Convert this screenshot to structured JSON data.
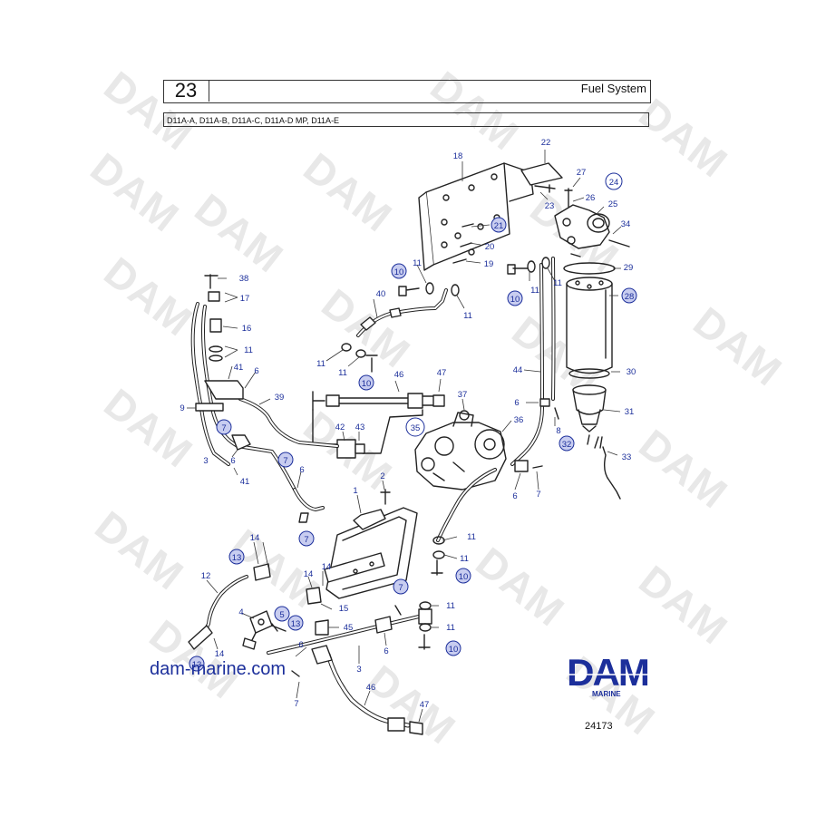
{
  "header": {
    "number": "23",
    "title": "Fuel System",
    "models": "D11A-A, D11A-B, D11A-C, D11A-D MP, D11A-E"
  },
  "footer": {
    "website": "dam-marine.com",
    "logo_text": "DAM",
    "logo_subtext": "MARINE",
    "reference": "24173"
  },
  "watermark": "DAM",
  "colors": {
    "brand": "#1c2f9b",
    "callout_fill": "#c8cdf0",
    "line": "#222222"
  },
  "labels": [
    {
      "t": "22"
    },
    {
      "t": "18"
    },
    {
      "t": "27"
    },
    {
      "t": "26"
    },
    {
      "t": "25"
    },
    {
      "t": "23"
    },
    {
      "t": "20"
    },
    {
      "t": "19"
    },
    {
      "t": "34"
    },
    {
      "t": "29"
    },
    {
      "t": "38"
    },
    {
      "t": "17"
    },
    {
      "t": "16"
    },
    {
      "t": "11"
    },
    {
      "t": "41"
    },
    {
      "t": "6"
    },
    {
      "t": "9"
    },
    {
      "t": "39"
    },
    {
      "t": "3"
    },
    {
      "t": "6"
    },
    {
      "t": "41"
    },
    {
      "t": "6"
    },
    {
      "t": "40"
    },
    {
      "t": "11"
    },
    {
      "t": "11"
    },
    {
      "t": "11"
    },
    {
      "t": "11"
    },
    {
      "t": "11"
    },
    {
      "t": "11"
    },
    {
      "t": "46"
    },
    {
      "t": "47"
    },
    {
      "t": "37"
    },
    {
      "t": "36"
    },
    {
      "t": "42"
    },
    {
      "t": "43"
    },
    {
      "t": "44"
    },
    {
      "t": "6"
    },
    {
      "t": "8"
    },
    {
      "t": "30"
    },
    {
      "t": "31"
    },
    {
      "t": "33"
    },
    {
      "t": "6"
    },
    {
      "t": "7"
    },
    {
      "t": "2"
    },
    {
      "t": "1"
    },
    {
      "t": "14"
    },
    {
      "t": "12"
    },
    {
      "t": "14"
    },
    {
      "t": "14"
    },
    {
      "t": "15"
    },
    {
      "t": "4"
    },
    {
      "t": "45"
    },
    {
      "t": "6"
    },
    {
      "t": "14"
    },
    {
      "t": "3"
    },
    {
      "t": "6"
    },
    {
      "t": "11"
    },
    {
      "t": "11"
    },
    {
      "t": "11"
    },
    {
      "t": "11"
    },
    {
      "t": "7"
    },
    {
      "t": "46"
    },
    {
      "t": "47"
    }
  ],
  "callouts": [
    {
      "t": "24"
    },
    {
      "t": "21"
    },
    {
      "t": "10"
    },
    {
      "t": "10"
    },
    {
      "t": "28"
    },
    {
      "t": "10"
    },
    {
      "t": "7"
    },
    {
      "t": "7"
    },
    {
      "t": "35"
    },
    {
      "t": "32"
    },
    {
      "t": "7"
    },
    {
      "t": "13"
    },
    {
      "t": "10"
    },
    {
      "t": "7"
    },
    {
      "t": "5"
    },
    {
      "t": "13"
    },
    {
      "t": "10"
    },
    {
      "t": "13"
    }
  ]
}
